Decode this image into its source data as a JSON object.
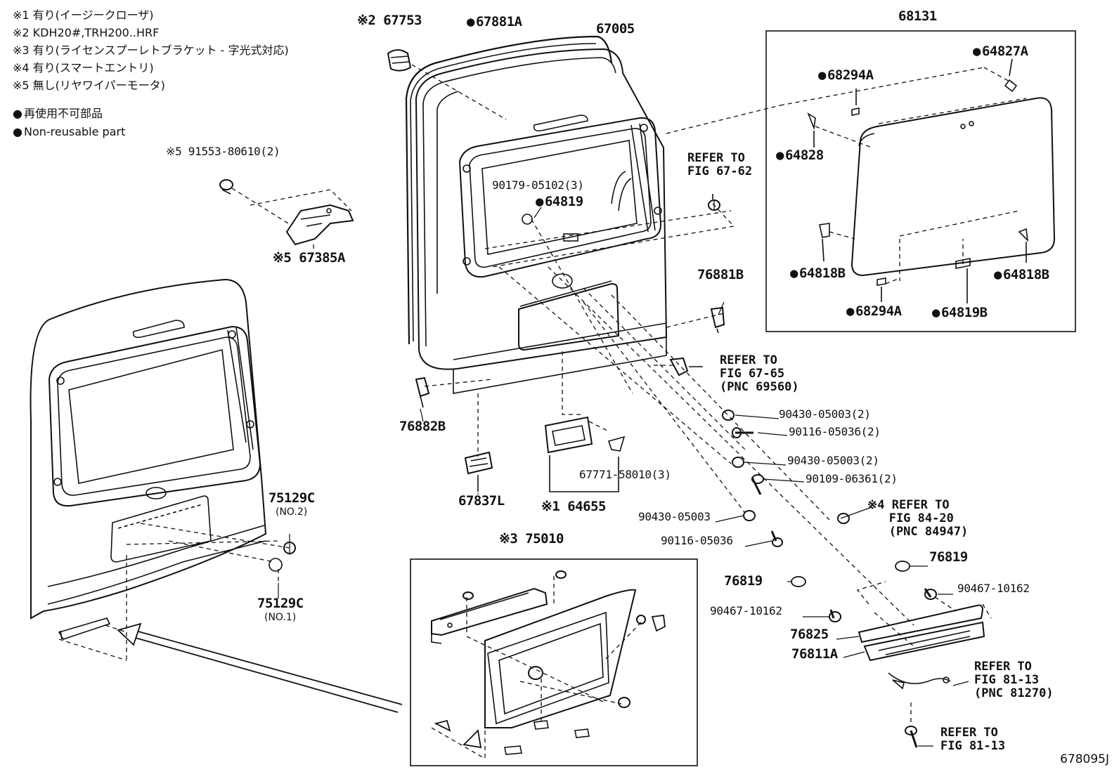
{
  "legend": {
    "notes": [
      "※1 有り(イージークローザ)",
      "※2 KDH20#,TRH200..HRF",
      "※3 有り(ライセンスプーレトブラケット - 字光式対応)",
      "※4 有り(スマートエントリ)",
      "※5 無し(リヤワイパーモータ)"
    ],
    "nonreusable_ja": "再使用不可部品",
    "nonreusable_en": "Non-reusable part"
  },
  "parts": {
    "p67753": "※2 67753",
    "p67881A": "67881A",
    "p67005": "67005",
    "p68131": "68131",
    "p64827A": "64827A",
    "p68294A_top": "68294A",
    "p64828": "64828",
    "p64818B_left": "64818B",
    "p64818B_right": "64818B",
    "p68294A_bot": "68294A",
    "p64819B": "64819B",
    "p91553": "※5 91553-80610(2)",
    "p67385A": "※5 67385A",
    "p90179": "90179-05102(3)",
    "p64819": "64819",
    "p76881B": "76881B",
    "p76882B": "76882B",
    "p67837L": "67837L",
    "p67771": "67771-58010(3)",
    "p64655": "※1 64655",
    "p75129C_a": "75129C",
    "p75129C_a_sub": "(NO.2)",
    "p75129C_b": "75129C",
    "p75129C_b_sub": "(NO.1)",
    "p75010": "※3 75010",
    "p90430_1": "90430-05003(2)",
    "p90116_1": "90116-05036(2)",
    "p90430_2": "90430-05003(2)",
    "p90109": "90109-06361(2)",
    "p90430_3": "90430-05003",
    "p90116_2": "90116-05036",
    "p76819_r": "76819",
    "p76819_l": "76819",
    "p90467_r": "90467-10162",
    "p90467_l": "90467-10162",
    "p76825": "76825",
    "p76811A": "76811A"
  },
  "refs": {
    "r6762": "REFER TO\nFIG 67-62",
    "r6765": "REFER TO\nFIG 67-65\n(PNC 69560)",
    "r8420": "※4 REFER TO\n   FIG 84-20\n   (PNC 84947)",
    "r8113a": "REFER TO\nFIG 81-13\n(PNC 81270)",
    "r8113b": "REFER TO\nFIG 81-13"
  },
  "drawing_number": "678095J"
}
